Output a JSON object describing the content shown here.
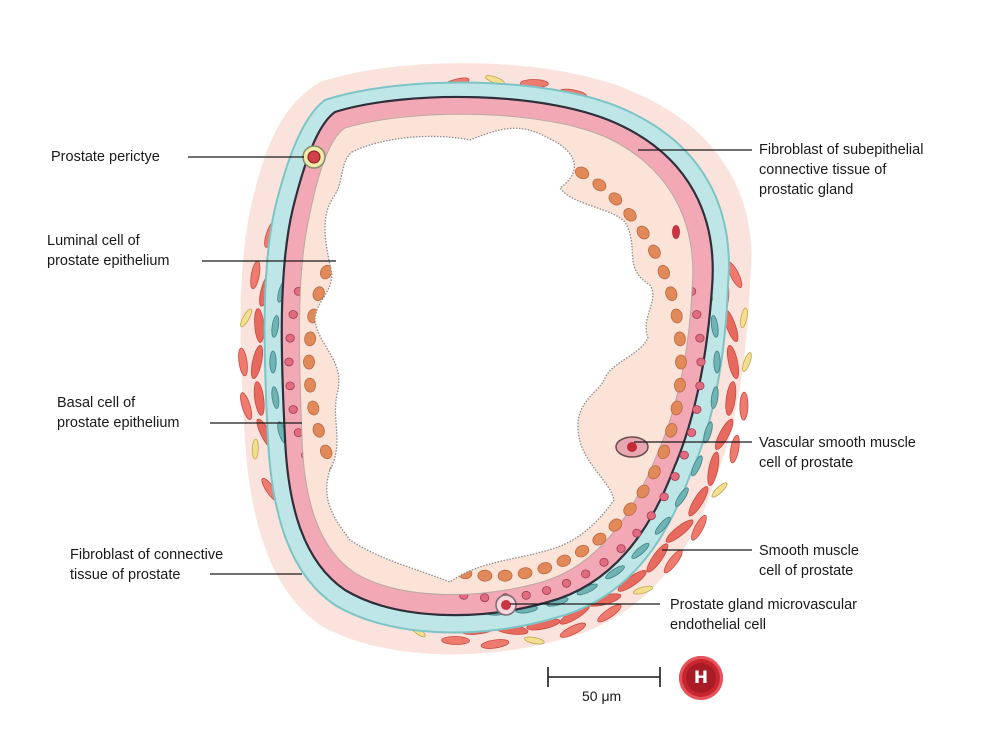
{
  "labels": {
    "pericyte": "Prostate perictye",
    "luminal": "Luminal cell of\nprostate epithelium",
    "basal": "Basal cell of\nprostate epithelium",
    "fibroblast_ct": "Fibroblast of connective\ntissue of prostate",
    "fibroblast_sub": "Fibroblast of subepithelial\nconnective tissue of\nprostatic gland",
    "vascular_smc": "Vascular smooth muscle\ncell of prostate",
    "smc": "Smooth muscle\ncell of prostate",
    "endothelial": "Prostate gland microvascular\nendothelial cell"
  },
  "scale_bar": {
    "label": "50 μm"
  },
  "logo": {
    "letter": "H"
  },
  "colors": {
    "smooth_muscle": "#e8695e",
    "connective": "#9fd8da",
    "basal": "#4f8f8f",
    "epithelium": "#f7d9cf",
    "nucleus": "#e2895a",
    "basal_layer": "#ef9aa8"
  }
}
